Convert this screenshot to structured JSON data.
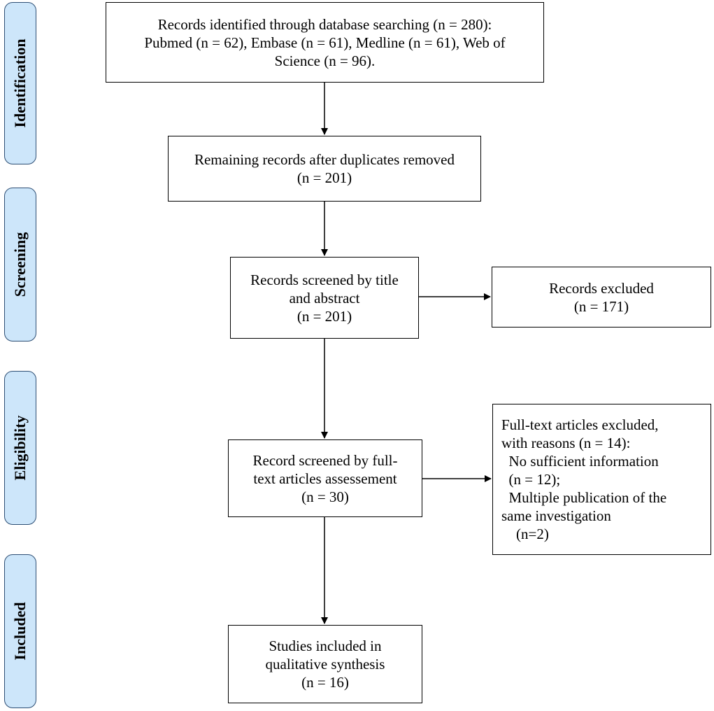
{
  "stages": [
    {
      "id": "identification",
      "label": "Identification"
    },
    {
      "id": "screening",
      "label": "Screening"
    },
    {
      "id": "eligibility",
      "label": "Eligibility"
    },
    {
      "id": "included",
      "label": "Included"
    }
  ],
  "boxes": {
    "identified": {
      "lines": [
        "Records identified through database searching (n = 280):",
        "Pubmed (n = 62), Embase (n = 61), Medline (n = 61), Web of",
        "Science (n = 96)."
      ]
    },
    "deduplicated": {
      "lines": [
        "Remaining records after duplicates removed",
        "(n = 201)"
      ]
    },
    "title_abstract": {
      "lines": [
        "Records screened by title",
        "and abstract",
        "(n = 201)"
      ]
    },
    "excluded": {
      "lines": [
        "Records excluded",
        "(n = 171)"
      ]
    },
    "fulltext": {
      "lines": [
        "Record screened by full-",
        "text articles assessement",
        "(n = 30)"
      ]
    },
    "fulltext_excluded": {
      "lines": [
        "Full-text articles excluded,",
        "with reasons (n = 14):",
        "  No sufficient information",
        "  (n = 12);",
        "  Multiple publication of the",
        "same investigation",
        "    (n=2)"
      ]
    },
    "included": {
      "lines": [
        "Studies included in",
        "qualitative synthesis",
        "(n = 16)"
      ]
    }
  },
  "colors": {
    "stage_fill": "#cde6fa",
    "stage_border": "#2d4e74",
    "line": "#000000"
  }
}
